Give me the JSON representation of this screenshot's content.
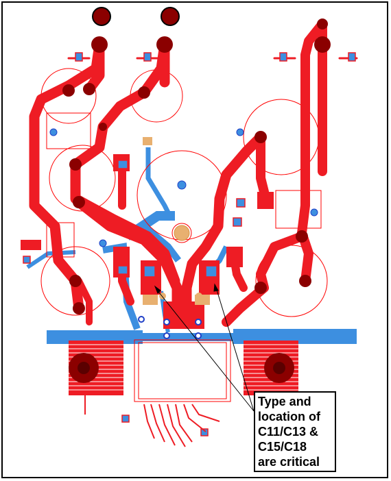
{
  "annotation": {
    "lines": [
      "Type and",
      "location of",
      "C11/C13 &",
      "C15/C18",
      "are critical"
    ]
  },
  "colors": {
    "top_copper": "#ee1c24",
    "bottom_copper": "#3d8fe0",
    "silkscreen": "#ff0000",
    "pad_dark": "#8b0000",
    "via_blue": "#1f3fc7",
    "tan": "#e8b070",
    "background": "#ffffff"
  }
}
